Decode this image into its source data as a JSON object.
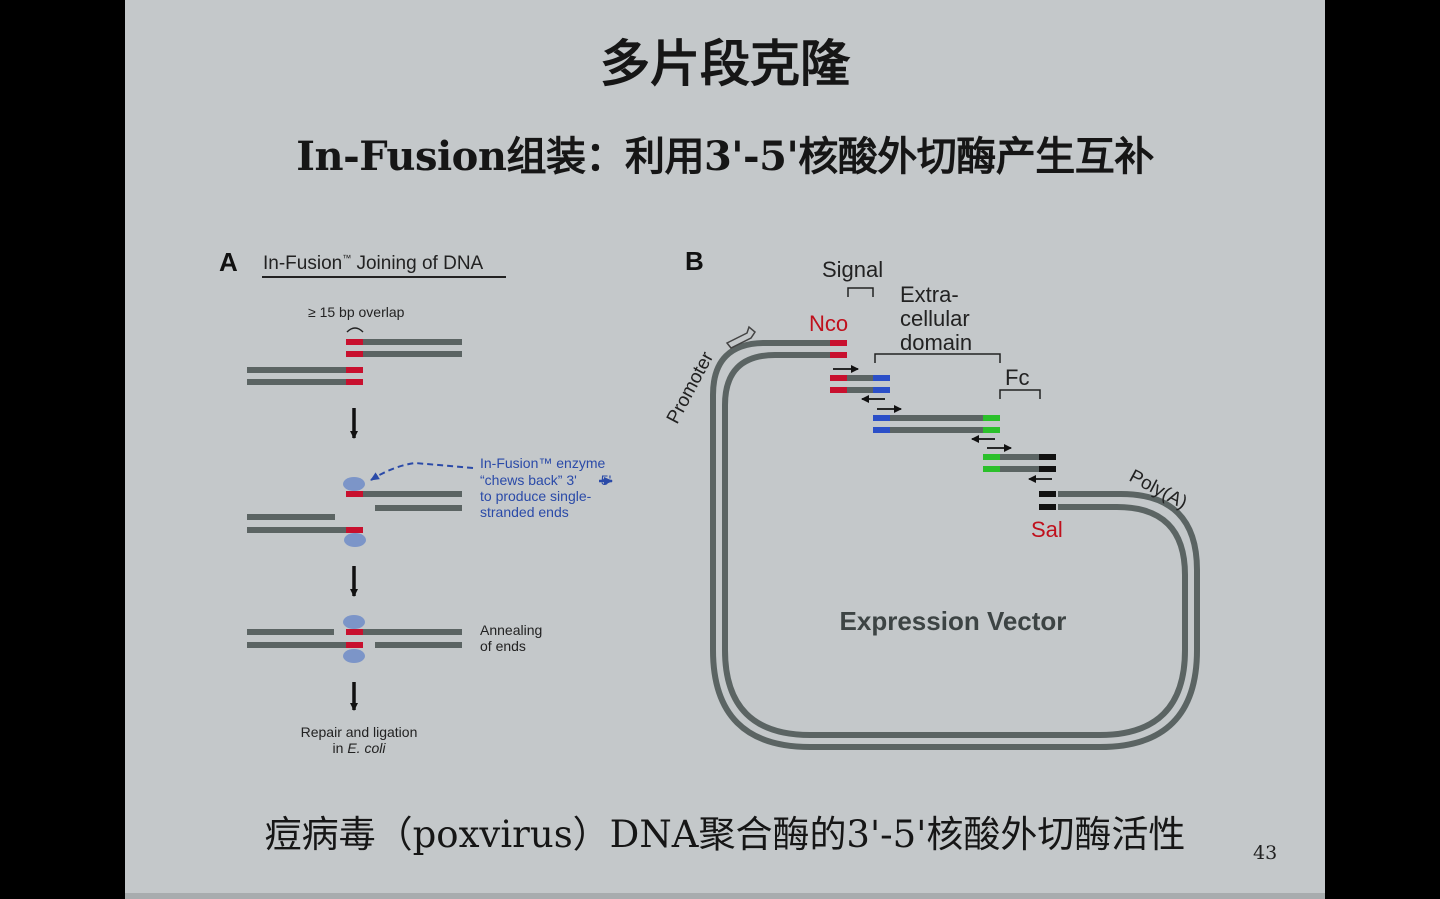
{
  "slide": {
    "title": "多片段克隆",
    "subtitle": "In-Fusion组装：利用3'-5'核酸外切酶产生互补",
    "caption": "痘病毒（poxvirus）DNA聚合酶的3'-5'核酸外切酶活性",
    "page_number": "43"
  },
  "panel_a": {
    "letter": "A",
    "heading": "In-Fusion",
    "heading_tm": "™",
    "heading_rest": " Joining of DNA",
    "overlap_label": "≥ 15 bp overlap",
    "enzyme_lines": [
      "In-Fusion™ enzyme",
      "“chews back”  3'",
      "5'",
      "to produce single-",
      "stranded ends"
    ],
    "annealing_lines": [
      "Annealing",
      "of ends"
    ],
    "repair_line1": "Repair and ligation",
    "repair_line2_a": "in ",
    "repair_line2_b": "E. coli"
  },
  "panel_b": {
    "letter": "B",
    "signal": "Signal",
    "extracellular": [
      "Extra-",
      "cellular",
      "domain"
    ],
    "fc": "Fc",
    "nco": "Nco",
    "sal": "Sal",
    "promoter": "Promoter",
    "polya": "Poly(A)",
    "vector_label": "Expression Vector"
  },
  "colors": {
    "slide_bg": "#c4c8ca",
    "dna_strand": "#5b6463",
    "overlap_red": "#c8102e",
    "blue_segment": "#2b4fc8",
    "green_segment": "#2bc02b",
    "enzyme_text_blue": "#2a4aa8",
    "enzyme_shape": "#7c95c8",
    "site_label_red": "#c0101c"
  }
}
